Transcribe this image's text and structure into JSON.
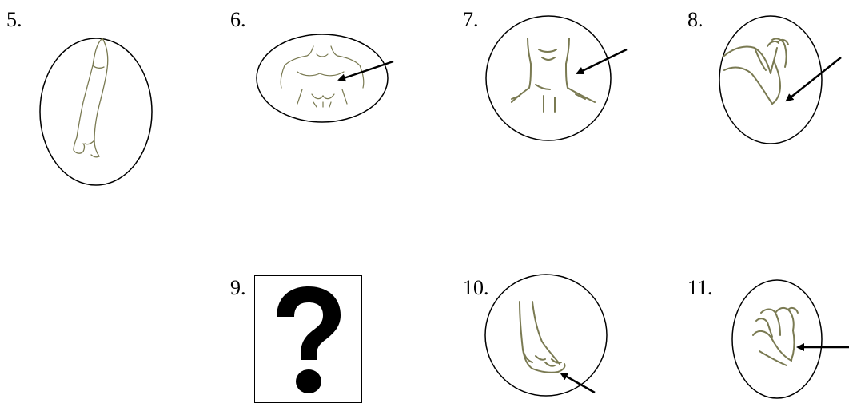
{
  "items": [
    {
      "number": "5.",
      "subject": "arm",
      "frame": "oval",
      "arrow": false
    },
    {
      "number": "6.",
      "subject": "chest",
      "frame": "oval",
      "arrow": true
    },
    {
      "number": "7.",
      "subject": "neck",
      "frame": "circle",
      "arrow": true
    },
    {
      "number": "8.",
      "subject": "elbow",
      "frame": "circle",
      "arrow": true
    },
    {
      "number": "9.",
      "subject": "unknown",
      "frame": "box",
      "arrow": false
    },
    {
      "number": "10.",
      "subject": "toes",
      "frame": "circle",
      "arrow": true
    },
    {
      "number": "11.",
      "subject": "wrist",
      "frame": "circle",
      "arrow": true
    }
  ],
  "colors": {
    "line_art": "#7a7a52",
    "outline": "#000000",
    "background": "#ffffff"
  },
  "icons": {
    "question": "question-mark-icon",
    "arrow": "arrow-icon"
  }
}
